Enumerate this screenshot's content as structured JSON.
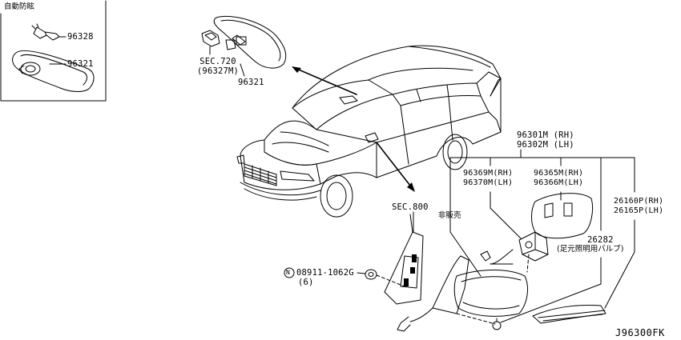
{
  "inset": {
    "title": "自動防眩",
    "labels": [
      "96328",
      "96321"
    ]
  },
  "labels": {
    "sec720": "SEC.720",
    "part_96327m": "(96327M)",
    "part_96321": "96321",
    "part_96301m": "96301M (RH)",
    "part_96302m": "96302M (LH)",
    "part_96369m": "96369M(RH)",
    "part_96370m": "96370M(LH)",
    "part_96365m": "96365M(RH)",
    "part_96366m": "96366M(LH)",
    "part_26160p": "26160P(RH)",
    "part_26165p": "26165P(LH)",
    "part_26282": "26282",
    "part_26282_note": "(足元照明用バルブ)",
    "not_sold": "非販売",
    "sec800": "SEC.800",
    "nut_code": "08911-1062G",
    "nut_symbol": "N",
    "nut_qty": "(6)"
  },
  "footer": {
    "diagram_code": "J96300FK"
  },
  "colors": {
    "line": "#000000",
    "background": "#ffffff"
  }
}
